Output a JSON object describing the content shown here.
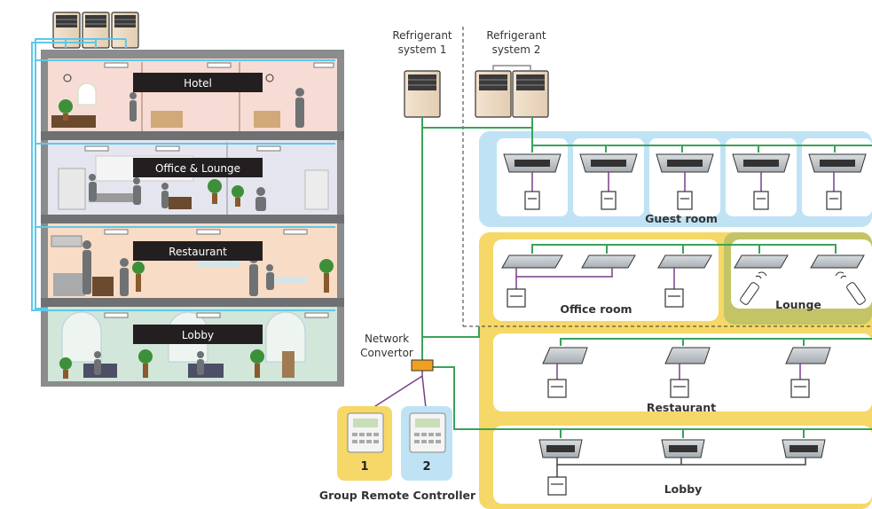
{
  "building": {
    "floors": [
      {
        "label": "Hotel"
      },
      {
        "label": "Office & Lounge"
      },
      {
        "label": "Restaurant"
      },
      {
        "label": "Lobby"
      }
    ]
  },
  "systems": {
    "system1": {
      "line1": "Refrigerant",
      "line2": "system 1"
    },
    "system2": {
      "line1": "Refrigerant",
      "line2": "system 2"
    }
  },
  "network": {
    "line1": "Network",
    "line2": "Convertor"
  },
  "zones": {
    "guest_room": "Guest room",
    "office_room": "Office room",
    "lounge": "Lounge",
    "restaurant": "Restaurant",
    "lobby": "Lobby"
  },
  "controllers": {
    "items": [
      {
        "label": "1"
      },
      {
        "label": "2"
      }
    ],
    "caption": "Group Remote Controller"
  },
  "colors": {
    "network_line": "#3aa25a",
    "control_line": "#7a3d8c",
    "refrigerant_pipe": "#5ec8ea",
    "zone_blue": "#bfe3f4",
    "zone_yellow": "#f5d867",
    "zone_olive": "#c2c466",
    "converter": "#f0a020",
    "floor_label_bg": "#231f20"
  },
  "icons": {
    "outdoor_unit": "outdoor-unit-icon",
    "cassette": "cassette-unit-icon",
    "wired_remote": "wired-remote-icon",
    "wireless_remote": "wireless-remote-icon",
    "group_controller": "group-controller-icon",
    "tree": "potted-plant-icon",
    "person": "person-silhouette-icon"
  }
}
